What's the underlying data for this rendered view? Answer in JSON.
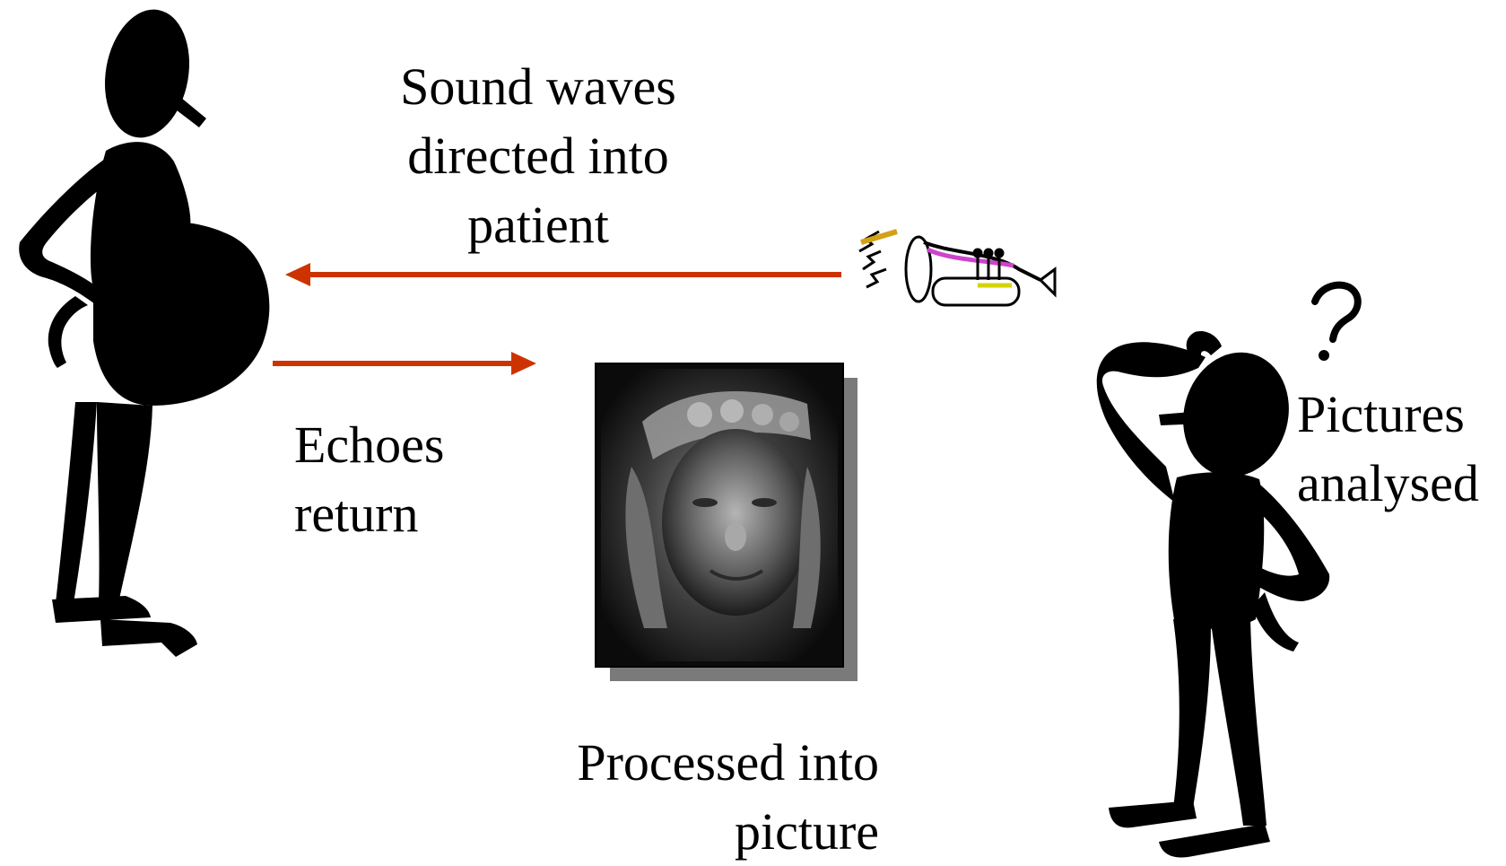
{
  "colors": {
    "arrow": "#cc3300",
    "silhouette": "#000000",
    "background": "#ffffff",
    "photo_shadow": "#7a7a7a"
  },
  "labels": {
    "sound_waves": [
      "Sound waves",
      "directed into",
      "patient"
    ],
    "echoes": [
      "Echoes",
      "return"
    ],
    "processed": [
      "Processed into",
      "picture"
    ],
    "analysed": [
      "Pictures",
      "analysed"
    ]
  },
  "icons": {
    "patient": "pregnant-woman-silhouette",
    "sound_source": "trumpet-icon",
    "analyst": "thinking-man-silhouette",
    "thought": "question-mark-icon",
    "scan": "fetal-ultrasound-image"
  }
}
